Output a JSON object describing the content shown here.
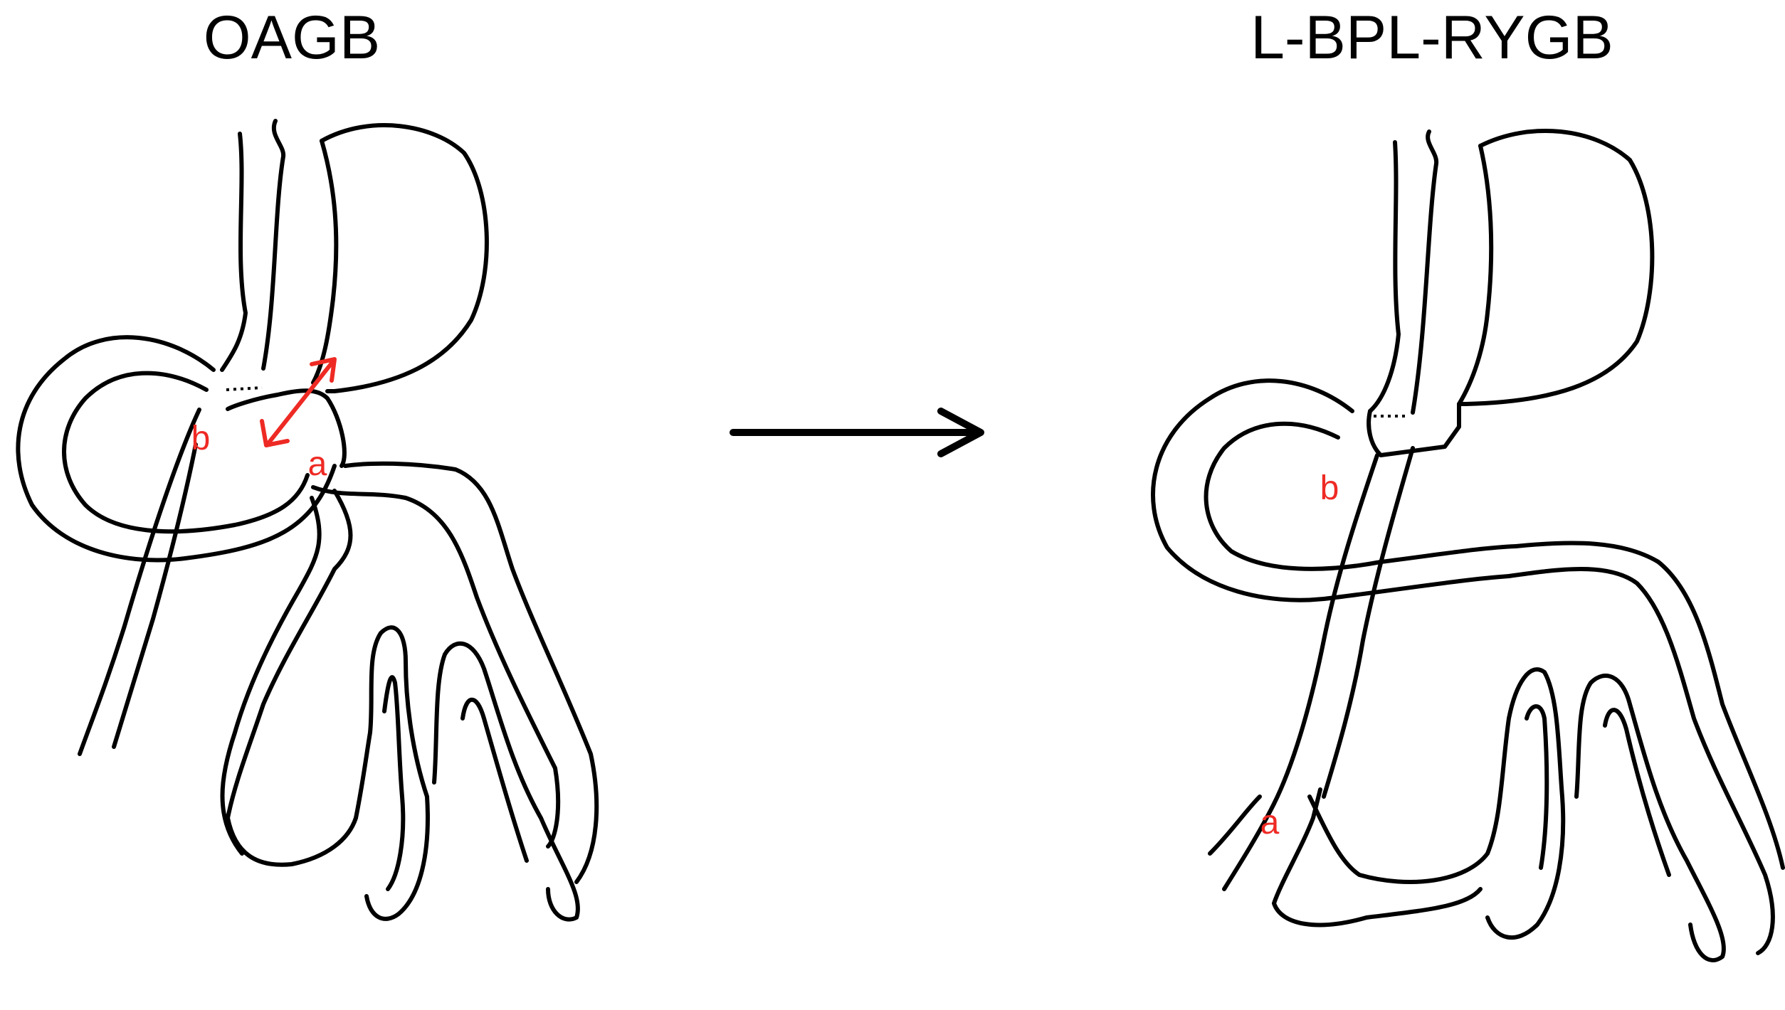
{
  "panels": [
    {
      "title": "OAGB",
      "labels": {
        "a": "a",
        "b": "b"
      }
    },
    {
      "title": "L-BPL-RYGB",
      "labels": {
        "a": "a",
        "b": "b"
      }
    }
  ],
  "colors": {
    "line": "#000000",
    "annotation": "#ee2a24",
    "background": "#ffffff"
  },
  "icons": {
    "transition": "right-arrow-icon",
    "limb_length": "double-headed-arrow-icon"
  }
}
